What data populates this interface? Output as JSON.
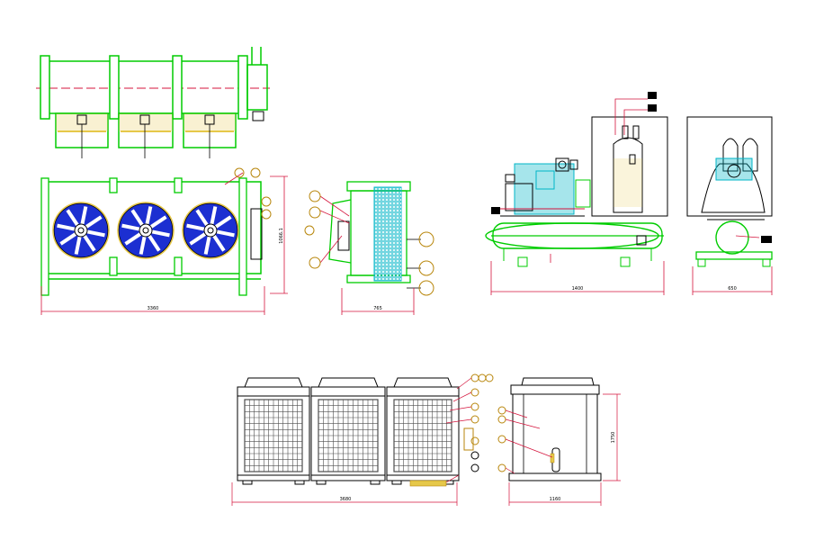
{
  "dimensions": {
    "condenser_front_width": "3360",
    "condenser_side_height": "1066.1",
    "condenser_side_width": "765",
    "unit_front_width": "1400",
    "unit_side_width": "650",
    "cabinet_front_width": "3680",
    "cabinet_side_height": "1750",
    "cabinet_side_width": "1160"
  },
  "colors": {
    "frame": "#00cc00",
    "fan_blue": "#1c2fd1",
    "dimension": "#d4143c",
    "outline": "#000000",
    "grille": "#4d4d4d",
    "callout": "#b8860b",
    "cyan_component": "#00b5c7",
    "yellow_plate": "#e6c84a"
  },
  "icons": {
    "fan": "fan-icon",
    "callout": "callout-balloon-icon"
  }
}
